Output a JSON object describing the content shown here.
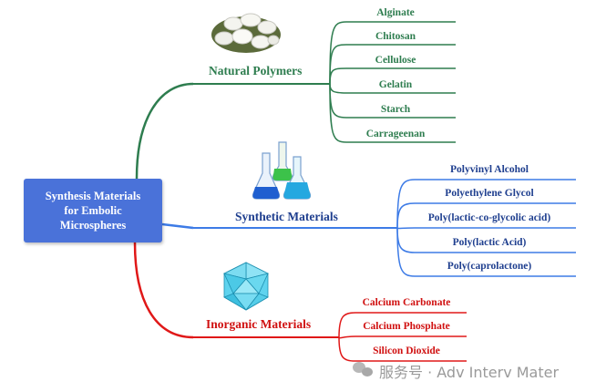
{
  "central": {
    "label": "Synthesis Materials\nfor Embolic\nMicrospheres"
  },
  "branches": [
    {
      "label": "Natural Polymers",
      "color": "#2e7d4f",
      "icon": "cocoon-image",
      "leaves": [
        "Alginate",
        "Chitosan",
        "Cellulose",
        "Gelatin",
        "Starch",
        "Carrageenan"
      ]
    },
    {
      "label": "Synthetic Materials",
      "color": "#3d7be6",
      "icon": "flasks-icon",
      "leaves": [
        "Polyvinyl Alcohol",
        "Polyethylene Glycol",
        "Poly(lactic-co-glycolic acid)",
        "Poly(lactic Acid)",
        "Poly(caprolactone)"
      ]
    },
    {
      "label": "Inorganic Materials",
      "color": "#e01818",
      "icon": "icosahedron-icon",
      "leaves": [
        "Calcium Carbonate",
        "Calcium Phosphate",
        "Silicon Dioxide"
      ]
    }
  ],
  "watermark": {
    "text": "服务号 · Adv Interv Mater",
    "icon": "wechat-icon"
  }
}
